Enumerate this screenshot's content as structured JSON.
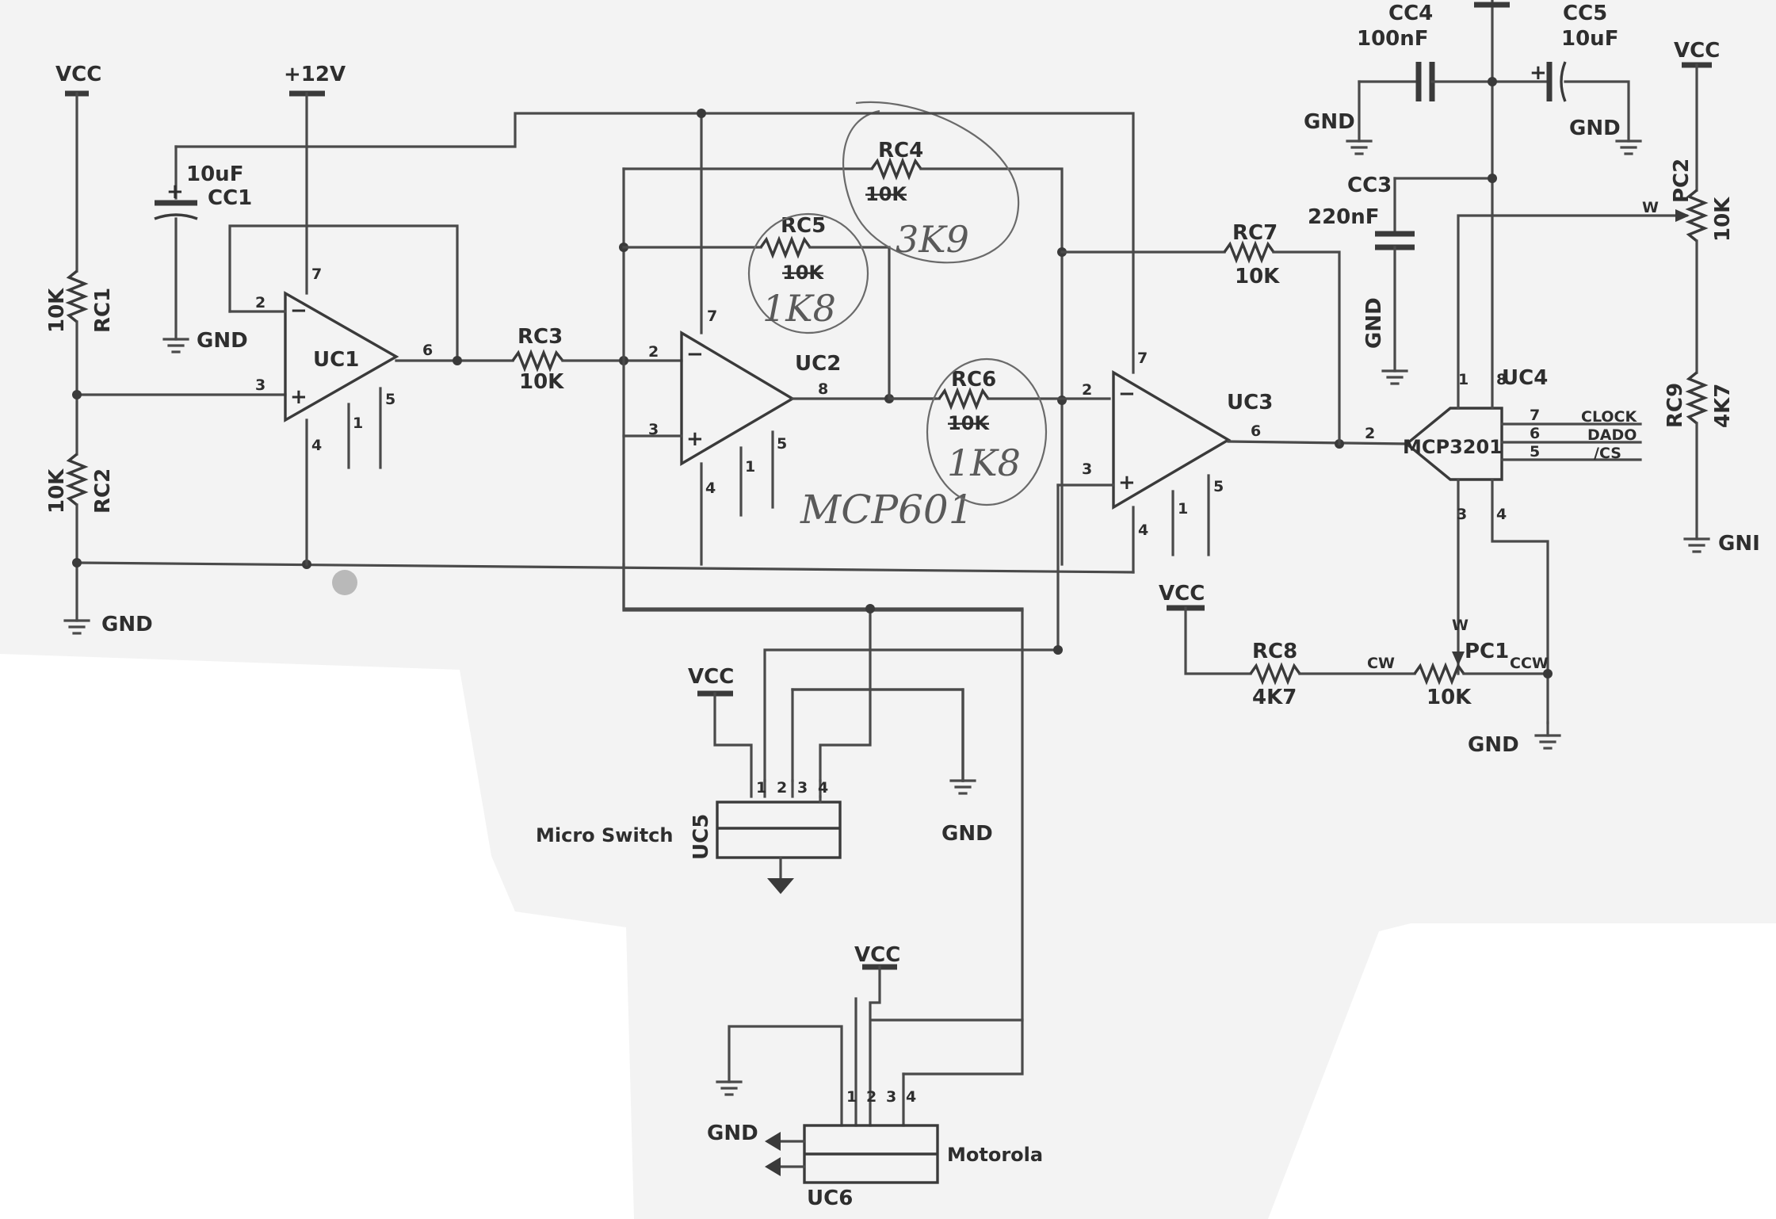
{
  "power": {
    "vcc": "VCC",
    "plus12": "+12V",
    "gnd": "GND",
    "gnd_short": "GNI"
  },
  "resistors": {
    "rc1": {
      "name": "RC1",
      "value": "10K"
    },
    "rc2": {
      "name": "RC2",
      "value": "10K"
    },
    "rc3": {
      "name": "RC3",
      "value": "10K"
    },
    "rc4": {
      "name": "RC4",
      "value": "10K",
      "handwritten": "3K9"
    },
    "rc5": {
      "name": "RC5",
      "value": "10K",
      "handwritten": "1K8"
    },
    "rc6": {
      "name": "RC6",
      "value": "10K",
      "handwritten": "1K8"
    },
    "rc7": {
      "name": "RC7",
      "value": "10K"
    },
    "rc8": {
      "name": "RC8",
      "value": "4K7"
    },
    "rc9": {
      "name": "RC9",
      "value": "4K7"
    }
  },
  "potentiometers": {
    "pc1": {
      "name": "PC1",
      "value": "10K",
      "wiper": "W",
      "left": "CW",
      "right": "CCW"
    },
    "pc2": {
      "name": "PC2",
      "value": "10K",
      "wiper": "W"
    }
  },
  "capacitors": {
    "cc1": {
      "name": "CC1",
      "value": "10uF"
    },
    "cc3": {
      "name": "CC3",
      "value": "220nF"
    },
    "cc4": {
      "name": "CC4",
      "value": "100nF"
    },
    "cc5": {
      "name": "CC5",
      "value": "10uF"
    }
  },
  "opamps": {
    "uc1": "UC1",
    "uc2": "UC2",
    "uc3": "UC3",
    "note": "MCP601"
  },
  "adc": {
    "ref": "UC4",
    "part": "MCP3201",
    "signals": [
      "CLOCK",
      "DADO",
      "/CS"
    ]
  },
  "connectors": {
    "uc5": {
      "ref": "UC5",
      "label": "Micro Switch"
    },
    "uc6": {
      "ref": "UC6",
      "label": "Motorola"
    }
  },
  "pins": {
    "p1": "1",
    "p2": "2",
    "p3": "3",
    "p4": "4",
    "p5": "5",
    "p6": "6",
    "p7": "7",
    "p8": "8"
  }
}
